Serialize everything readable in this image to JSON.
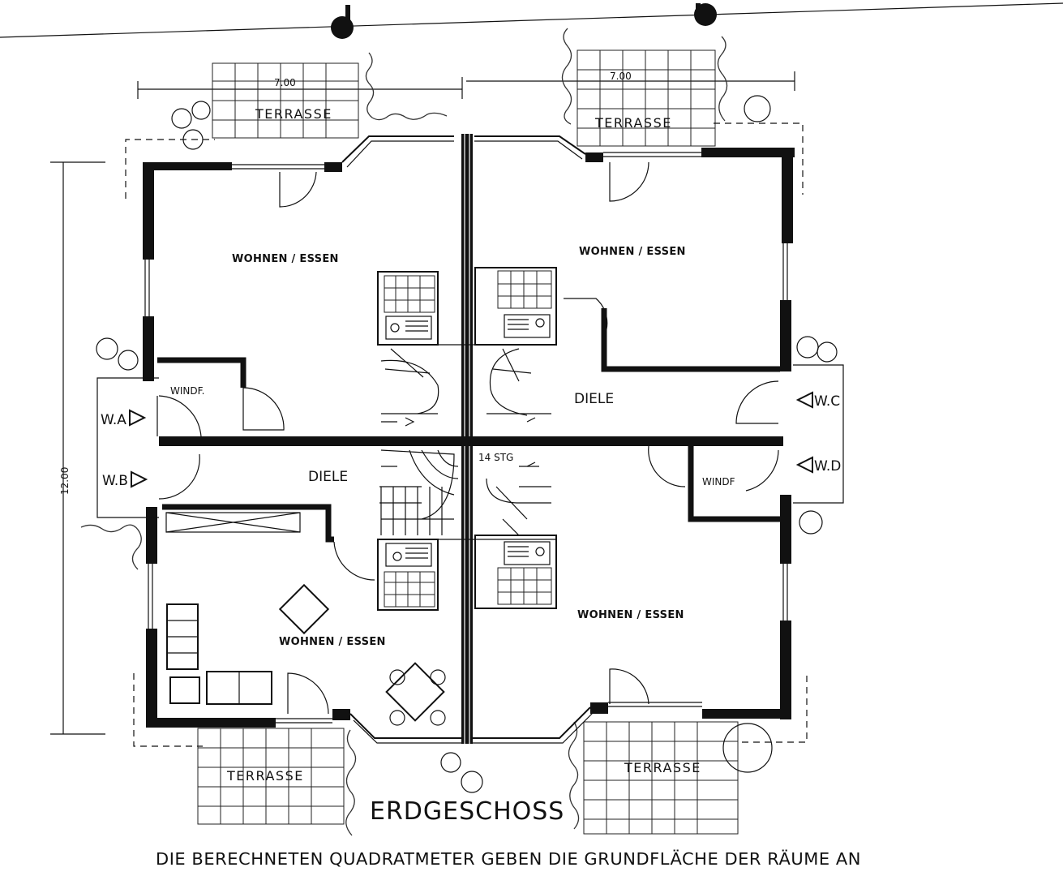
{
  "plan": {
    "title": "ERDGESCHOSS",
    "footnote": "DIE BERECHNETEN QUADRATMETER GEBEN DIE GRUNDFLÄCHE DER RÄUME AN",
    "dim_width_left": "7.00",
    "dim_width_right": "7.00",
    "dim_height": "12.00",
    "rooms": {
      "tl_wohnen": "WOHNEN / ESSEN",
      "tr_wohnen": "WOHNEN / ESSEN",
      "bl_wohnen": "WOHNEN / ESSEN",
      "br_wohnen": "WOHNEN / ESSEN",
      "tl_windf": "WINDF.",
      "br_windf": "WINDF",
      "tr_diele": "DIELE",
      "bl_diele": "DIELE",
      "stairs": "14 STG"
    },
    "terraces": {
      "tl": "TERRASSE",
      "tr": "TERRASSE",
      "bl": "TERRASSE",
      "br": "TERRASSE"
    },
    "entrances": {
      "a": "W.A",
      "b": "W.B",
      "c": "W.C",
      "d": "W.D"
    }
  }
}
